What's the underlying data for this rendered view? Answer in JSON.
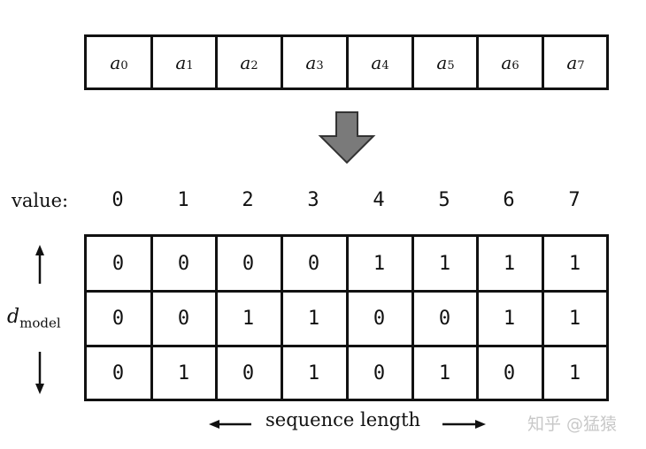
{
  "input_sequence": {
    "symbol": "a",
    "subscripts": [
      "0",
      "1",
      "2",
      "3",
      "4",
      "5",
      "6",
      "7"
    ]
  },
  "value_row": {
    "label": "value:",
    "values": [
      "0",
      "1",
      "2",
      "3",
      "4",
      "5",
      "6",
      "7"
    ]
  },
  "encoding_grid": {
    "rows": [
      [
        "0",
        "0",
        "0",
        "0",
        "1",
        "1",
        "1",
        "1"
      ],
      [
        "0",
        "0",
        "1",
        "1",
        "0",
        "0",
        "1",
        "1"
      ],
      [
        "0",
        "1",
        "0",
        "1",
        "0",
        "1",
        "0",
        "1"
      ]
    ]
  },
  "axis_labels": {
    "vertical_symbol": "d",
    "vertical_subscript": "model",
    "horizontal": "sequence length"
  },
  "watermark": "知乎 @猛猿",
  "colors": {
    "arrow_fill": "#7a7a7a",
    "line": "#111111",
    "watermark": "#c8c8c8"
  }
}
